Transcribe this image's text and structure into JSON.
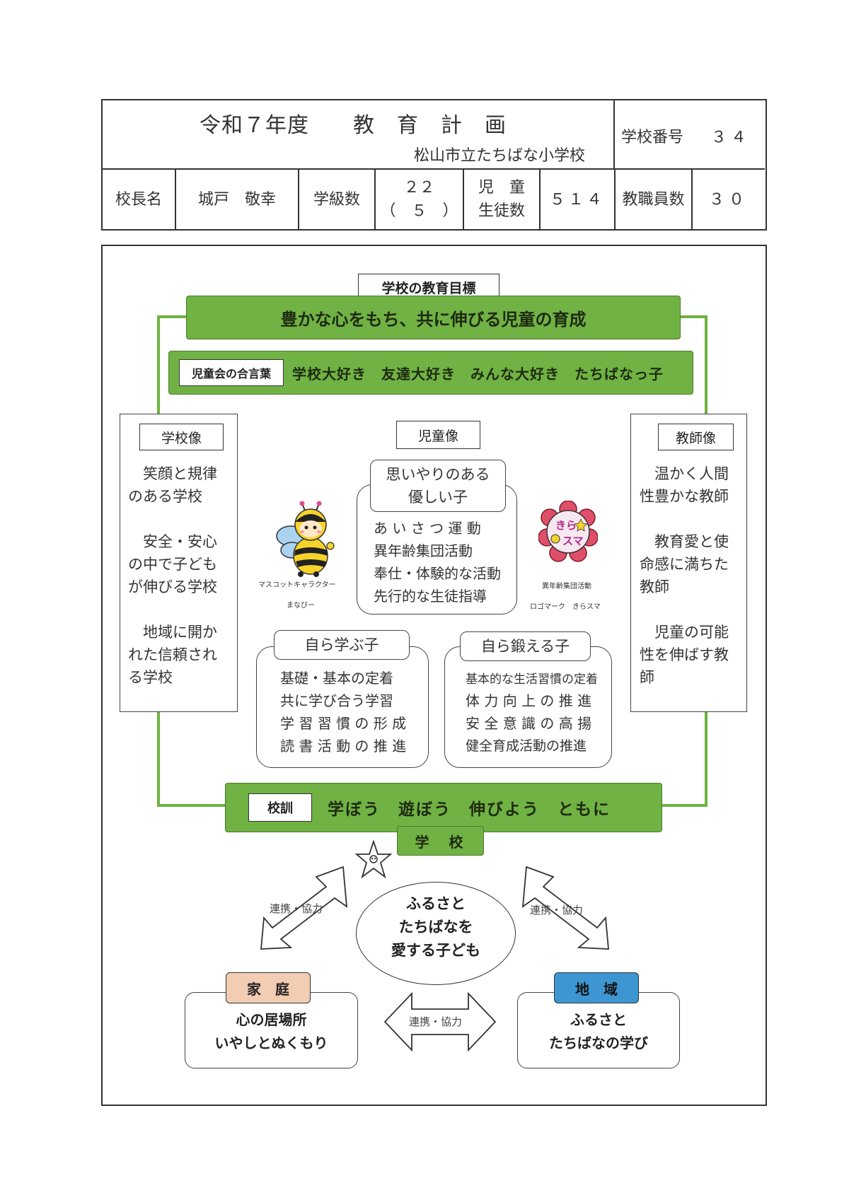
{
  "header": {
    "title": "令和７年度　　教　育　計　画",
    "school_name": "松山市立たちばな小学校",
    "school_number_label": "学校番号",
    "school_number": "３４",
    "principal_label": "校長名",
    "principal_name": "城戸　敬幸",
    "classes_label": "学級数",
    "classes_value": "２２",
    "classes_sub": "（　５　）",
    "students_label_1": "児　童",
    "students_label_2": "生徒数",
    "students_value": "５１４",
    "staff_label": "教職員数",
    "staff_value": "３０"
  },
  "goal": {
    "label": "学校の教育目標",
    "text": "豊かな心をもち、共に伸びる児童の育成"
  },
  "motto_bar": {
    "label": "児童会の合言葉",
    "text": "学校大好き　友達大好き　みんな大好き　たちばなっ子"
  },
  "school_image": {
    "title": "学校像",
    "items": [
      "　笑顔と規律\nのある学校",
      "　安全・安心\nの中で子ども\nが伸びる学校",
      "　地域に開か\nれた信頼され\nる学校"
    ]
  },
  "child_image": {
    "title": "児童像",
    "center": {
      "title": "思いやりのある\n優しい子",
      "items": [
        "あ い さ つ 運 動",
        "異年齢集団活動",
        "奉仕・体験的な活動",
        "先行的な生徒指導"
      ]
    },
    "left": {
      "title": "自ら学ぶ子",
      "items": [
        "基礎・基本の定着",
        "共に学び合う学習",
        "学 習 習 慣 の 形 成",
        "読 書 活 動 の 推 進"
      ]
    },
    "right": {
      "title": "自ら鍛える子",
      "items": [
        "基本的な生活習慣の定着",
        "体 力 向 上 の 推 進",
        "安 全 意 識 の 高 揚",
        "健全育成活動の推進"
      ]
    }
  },
  "teacher_image": {
    "title": "教師像",
    "items": [
      "　温かく人間\n性豊かな教師",
      "　教育愛と使\n命感に満ちた\n教師",
      "　児童の可能\n性を伸ばす教\n師"
    ]
  },
  "mascot": {
    "caption_1": "マスコットキャラクター",
    "caption_2": "まなびー"
  },
  "logo": {
    "caption_1": "異年齢集団活動",
    "caption_2": "ロゴマーク　きらスマ",
    "mark_text_top": "きら",
    "mark_text_bottom": "スマ"
  },
  "school_motto": {
    "label": "校訓",
    "text": "学ぼう　遊ぼう　伸びよう　ともに"
  },
  "bottom": {
    "school_label": "学　校",
    "center_text": [
      "ふるさと",
      "たちばなを",
      "愛する子ども"
    ],
    "arrow_label": "連携・協力",
    "home": {
      "label": "家　庭",
      "lines": [
        "心の居場所",
        "いやしとぬくもり"
      ],
      "color": "#f2cdb3"
    },
    "community": {
      "label": "地　域",
      "lines": [
        "ふるさと",
        "たちばなの学び"
      ],
      "color": "#3d96d2"
    }
  }
}
